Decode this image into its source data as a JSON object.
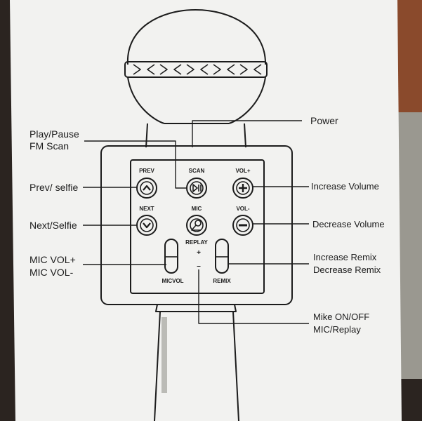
{
  "labels": {
    "play_pause": "Play/Pause",
    "fm_scan": "FM Scan",
    "power": "Power",
    "prev_selfie": "Prev/ selfie",
    "next_selfie": "Next/Selfie",
    "mic_vol_plus": "MIC VOL+",
    "mic_vol_minus": "MIC VOL-",
    "increase_volume": "Increase Volume",
    "decrease_volume": "Decrease Volume",
    "increase_remix": "Increase Remix",
    "decrease_remix": "Decrease Remix",
    "mike_on_off": "Mike ON/OFF",
    "mic_replay": "MIC/Replay"
  },
  "panel": {
    "prev": "PREV",
    "scan": "SCAN",
    "vol_plus": "VOL+",
    "next": "NEXT",
    "mic": "MIC",
    "vol_minus": "VOL-",
    "replay": "REPLAY",
    "plus": "+",
    "minus": "–",
    "micvol": "MICVOL",
    "remix": "REMIX"
  },
  "icons": {
    "prev": "chevron-up-icon",
    "scan": "play-pause-icon",
    "vol_plus": "plus-icon",
    "next": "chevron-down-icon",
    "mic": "mic-icon",
    "vol_minus": "minus-icon"
  },
  "colors": {
    "paper": "#f2f2f0",
    "ink": "#1c1c1c",
    "background": "#2a2320"
  }
}
